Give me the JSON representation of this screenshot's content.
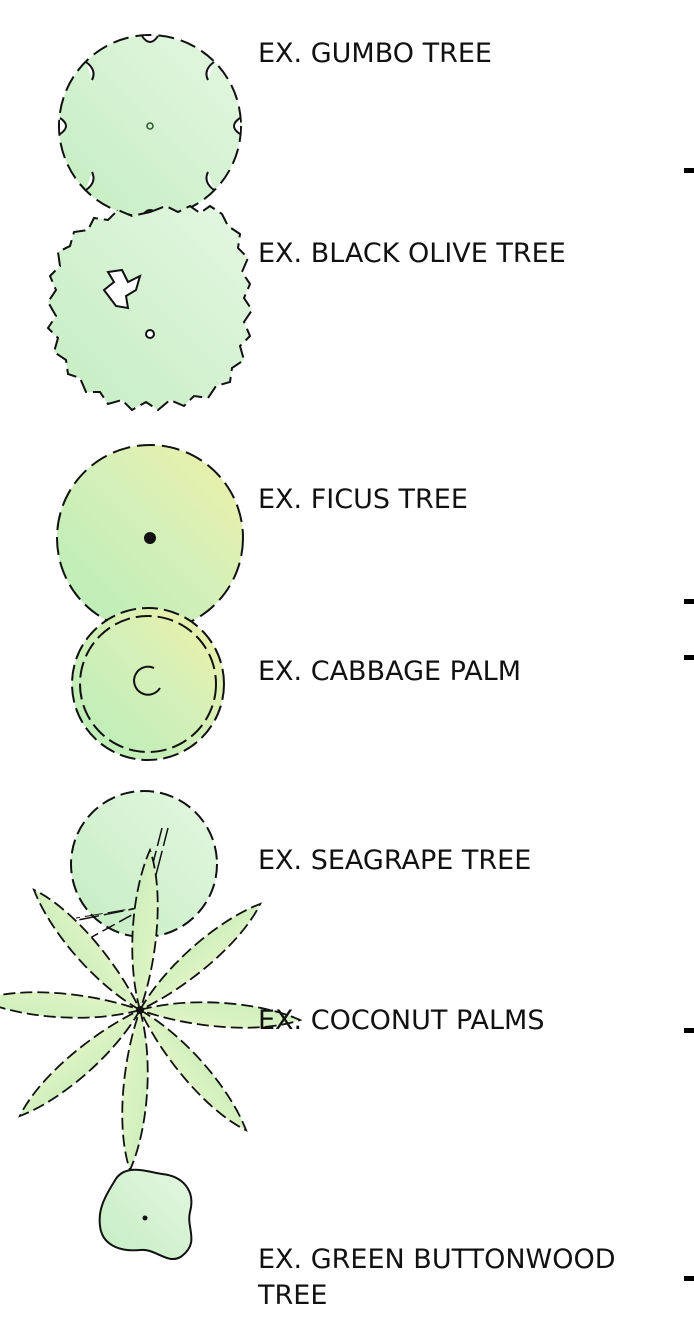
{
  "legend": {
    "items": [
      {
        "id": "gumbo",
        "label": "EX. GUMBO TREE",
        "symbol": "gumbo-tree-icon"
      },
      {
        "id": "black-olive",
        "label": "EX. BLACK OLIVE TREE",
        "symbol": "black-olive-tree-icon"
      },
      {
        "id": "ficus",
        "label": "EX. FICUS TREE",
        "symbol": "ficus-tree-icon"
      },
      {
        "id": "cabbage-palm",
        "label": "EX. CABBAGE PALM",
        "symbol": "cabbage-palm-icon"
      },
      {
        "id": "seagrape",
        "label": "EX. SEAGRAPE TREE",
        "symbol": "seagrape-tree-icon"
      },
      {
        "id": "coconut",
        "label": "EX. COCONUT PALMS",
        "symbol": "coconut-palm-icon"
      },
      {
        "id": "buttonwood",
        "label_line1": "EX. GREEN BUTTONWOOD",
        "label_line2": "TREE",
        "symbol": "green-buttonwood-tree-icon"
      }
    ]
  },
  "colors": {
    "fill_light": "#d8f5d6",
    "fill_mid": "#c2ecbf",
    "fill_yellow": "#eef2b0",
    "stroke": "#111111"
  }
}
